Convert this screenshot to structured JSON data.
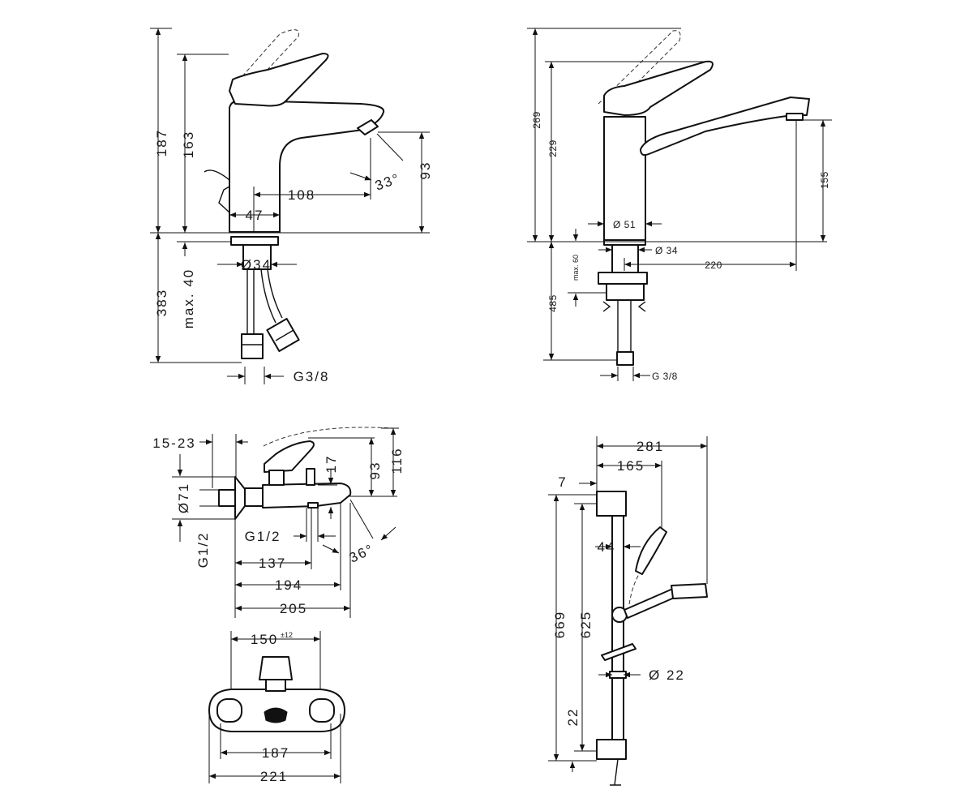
{
  "colors": {
    "line": "#111111",
    "background": "#ffffff"
  },
  "basin_mixer": {
    "h_187": "187",
    "h_163": "163",
    "h_93": "93",
    "angle": "33°",
    "w_108": "108",
    "w_47": "47",
    "dia_34": "Ø34",
    "h_383": "383",
    "max_40": "max. 40",
    "thread": "G3/8"
  },
  "kitchen_mixer": {
    "h_269": "269",
    "h_229": "229",
    "h_155": "155",
    "dia_51": "Ø 51",
    "dia_34": "Ø 34",
    "w_220": "220",
    "max_60": "max. 60",
    "h_485": "485",
    "thread": "G 3/8"
  },
  "bath_mixer": {
    "w_15_23": "15-23",
    "dia_71": "Ø71",
    "g_1_2_v": "G1/2",
    "h_17": "17",
    "h_93": "93",
    "h_116": "116",
    "g_1_2_h": "G1/2",
    "angle": "36°",
    "w_137": "137",
    "w_194": "194",
    "w_205": "205",
    "w_150": "150",
    "w_150_tol": "±12",
    "w_187": "187",
    "w_221": "221"
  },
  "shower_set": {
    "w_281": "281",
    "w_165": "165",
    "w_7": "7",
    "w_44": "44",
    "h_669": "669",
    "h_625": "625",
    "dia_22": "Ø 22",
    "h_22": "22"
  }
}
